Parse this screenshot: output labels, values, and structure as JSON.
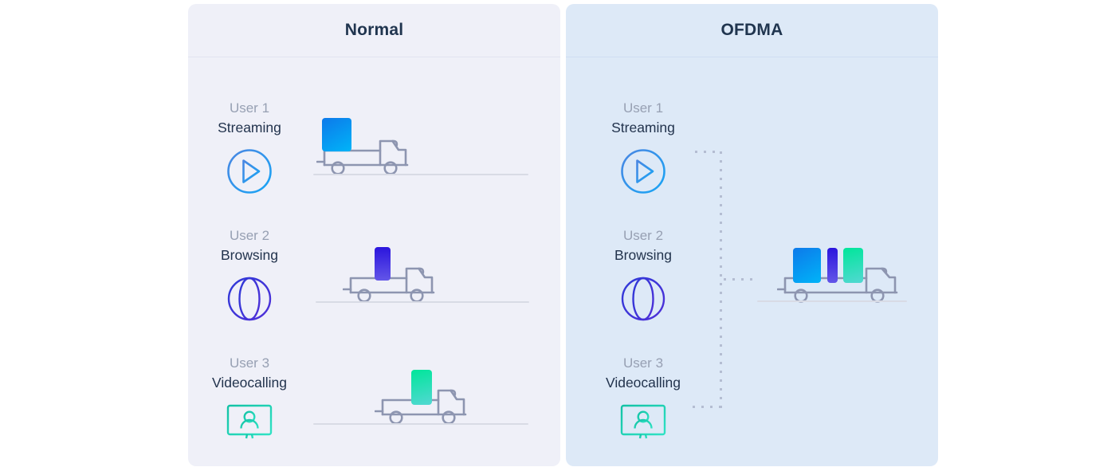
{
  "panels": [
    {
      "title": "Normal",
      "users": [
        {
          "label": "User 1",
          "activity": "Streaming",
          "icon": "play-icon"
        },
        {
          "label": "User 2",
          "activity": "Browsing",
          "icon": "globe-icon"
        },
        {
          "label": "User 3",
          "activity": "Videocalling",
          "icon": "videocall-icon"
        }
      ]
    },
    {
      "title": "OFDMA",
      "users": [
        {
          "label": "User 1",
          "activity": "Streaming",
          "icon": "play-icon"
        },
        {
          "label": "User 2",
          "activity": "Browsing",
          "icon": "globe-icon"
        },
        {
          "label": "User 3",
          "activity": "Videocalling",
          "icon": "videocall-icon"
        }
      ]
    }
  ],
  "colors": {
    "panel_normal_bg": "#eff0f8",
    "panel_ofdma_bg": "#dde9f7",
    "title_text": "#20354f",
    "user_label_text": "#97a0b3",
    "activity_text": "#22334d",
    "truck_outline": "#8d95b0",
    "ground_line": "#d8dbe5",
    "dotted_connector": "#b4bdd2",
    "streaming_cargo_gradient": [
      "#0d79ea",
      "#00b4f8"
    ],
    "browsing_cargo_gradient": [
      "#2b15dd",
      "#6356e8"
    ],
    "videocalling_cargo_gradient": [
      "#00e69a",
      "#52d8d2"
    ],
    "play_icon_stroke_gradient": [
      "#4a86e2",
      "#18a5f5"
    ],
    "globe_icon_stroke_gradient": [
      "#2f3ad8",
      "#4f2fd8"
    ],
    "videocall_icon_stroke_gradient": [
      "#13c2a5",
      "#2fe2c4"
    ]
  }
}
